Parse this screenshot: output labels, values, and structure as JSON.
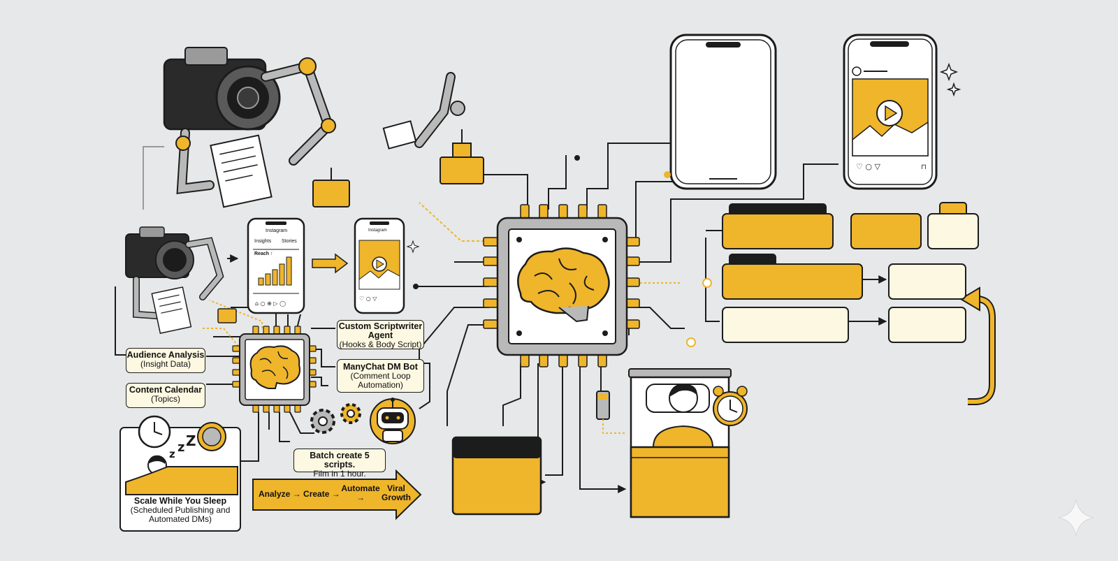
{
  "labels": {
    "audience": {
      "title": "Audience Analysis",
      "sub": "(Insight Data)"
    },
    "calendar": {
      "title": "Content Calendar",
      "sub": "(Topics)"
    },
    "scriptwriter": {
      "title": "Custom Scriptwriter Agent",
      "sub": "(Hooks & Body Script)"
    },
    "manychat": {
      "title": "ManyChat DM Bot",
      "sub": "(Comment Loop Automation)"
    },
    "batch": {
      "title": "Batch create 5 scripts.",
      "sub": "Film in 1 hour."
    },
    "scale": {
      "title": "Scale While You Sleep",
      "sub": "(Scheduled Publishing and Automated DMs)"
    }
  },
  "flow": {
    "analyze": "Analyze",
    "create": "Create",
    "automate": "Automate",
    "viral": "Viral Growth",
    "arrow": "→"
  },
  "phone_small_1": {
    "app": "Instagram",
    "tab1": "Insights",
    "tab2": "Stories",
    "stat": "Reach ↑"
  },
  "phone_small_2": {
    "app": "Instagram"
  },
  "colors": {
    "accent": "#efb52b",
    "ink": "#1c1c1c",
    "cream": "#fdf8e2",
    "panel": "#ffffff",
    "bg": "#e6e8e9"
  }
}
